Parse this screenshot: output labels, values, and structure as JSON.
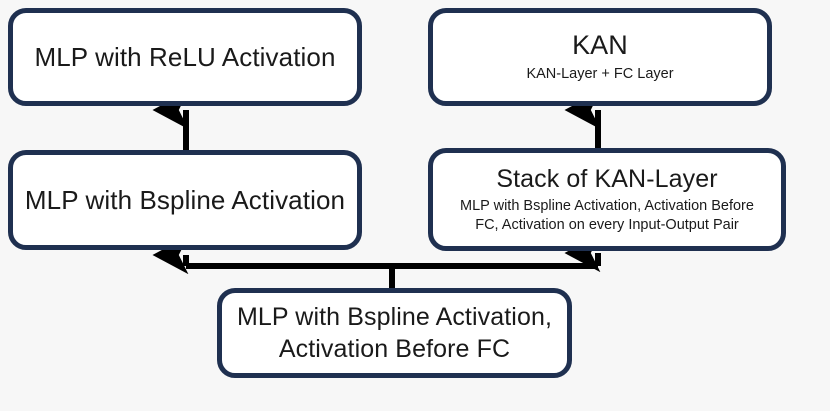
{
  "diagram": {
    "title": "KAN vs MLP architecture derivation diagram",
    "background_color": "#f7f7f7",
    "box_border_color": "#1f3050",
    "box_fill_color": "#ffffff",
    "arrow_color": "#000000",
    "nodes": {
      "mlp_relu": {
        "title": "MLP with ReLU Activation",
        "subtitle": ""
      },
      "mlp_bspline": {
        "title": "MLP with Bspline Activation",
        "subtitle": ""
      },
      "kan": {
        "title": "KAN",
        "subtitle": "KAN-Layer + FC Layer"
      },
      "stack_kan_layer": {
        "title": "Stack of KAN-Layer",
        "subtitle": "MLP with Bspline Activation, Activation Before\nFC, Activation on every Input-Output Pair"
      },
      "mlp_bspline_fc": {
        "title": "MLP with Bspline Activation,\nActivation Before FC",
        "subtitle": ""
      }
    },
    "edges": [
      {
        "name": "bspline-to-relu",
        "from": "mlp_bspline",
        "to": "mlp_relu",
        "label": ""
      },
      {
        "name": "stack-to-kan",
        "from": "stack_kan_layer",
        "to": "kan",
        "label": ""
      },
      {
        "name": "base-to-bspline",
        "from": "mlp_bspline_fc",
        "to": "mlp_bspline",
        "label": ""
      },
      {
        "name": "base-to-stack",
        "from": "mlp_bspline_fc",
        "to": "stack_kan_layer",
        "label": ""
      }
    ]
  }
}
